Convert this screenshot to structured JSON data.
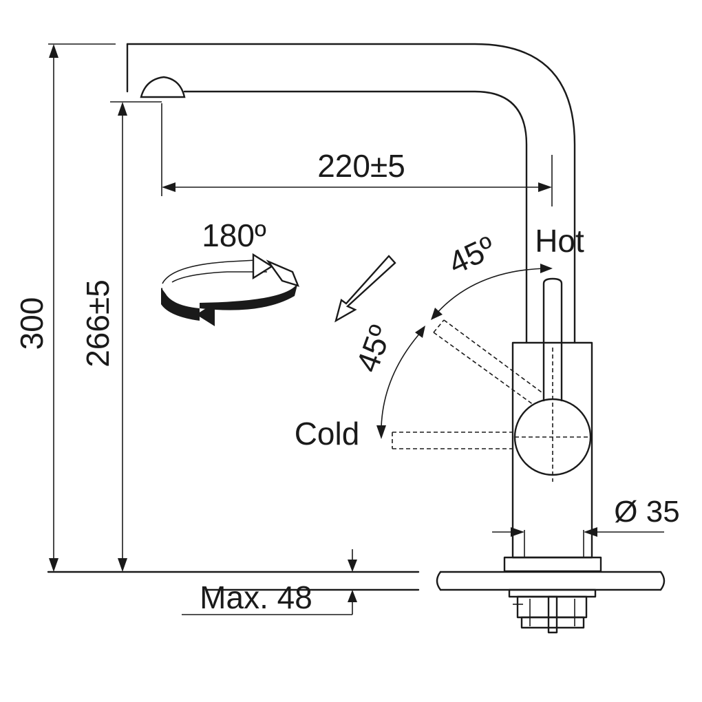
{
  "labels": {
    "dim_total_height": "300",
    "dim_spout_height": "266±5",
    "dim_reach": "220±5",
    "dim_max_thickness": "Max. 48",
    "dim_diameter": "Ø 35",
    "rotation": "180º",
    "angle_upper": "45º",
    "angle_lower": "45º",
    "hot": "Hot",
    "cold": "Cold"
  }
}
